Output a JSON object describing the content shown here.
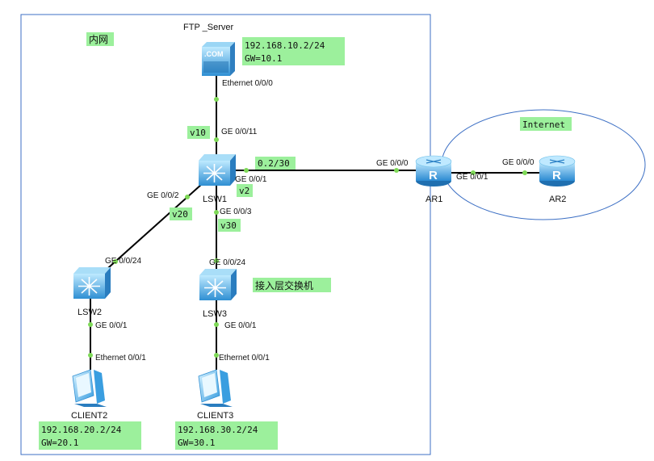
{
  "title": "FTP _Server",
  "areas": {
    "intranet": "内网",
    "internet": "Internet",
    "access_layer": "接入层交换机"
  },
  "devices": {
    "ftp_server": {
      "name": "FTP _Server",
      "icon": ".COM",
      "ip": "192.168.10.2/24",
      "gw": "GW=10.1"
    },
    "lsw1": {
      "name": "LSW1"
    },
    "lsw2": {
      "name": "LSW2"
    },
    "lsw3": {
      "name": "LSW3"
    },
    "ar1": {
      "name": "AR1",
      "icon": "R"
    },
    "ar2": {
      "name": "AR2",
      "icon": "R"
    },
    "client2": {
      "name": "CLIENT2",
      "ip": "192.168.20.2/24",
      "gw": "GW=20.1"
    },
    "client3": {
      "name": "CLIENT3",
      "ip": "192.168.30.2/24",
      "gw": "GW=30.1"
    }
  },
  "ports": {
    "ftp_eth": "Ethernet 0/0/0",
    "lsw1_g11": "GE 0/0/11",
    "lsw1_g1": "GE 0/0/1",
    "lsw1_g2": "GE 0/0/2",
    "lsw1_g3": "GE 0/0/3",
    "ar1_g0": "GE 0/0/0",
    "ar1_g1": "GE 0/0/1",
    "ar2_g0": "GE 0/0/0",
    "lsw2_g24": "GE 0/0/24",
    "lsw2_g1": "GE 0/0/1",
    "lsw3_g24": "GE 0/0/24",
    "lsw3_g1": "GE 0/0/1",
    "client2_eth": "Ethernet 0/0/1",
    "client3_eth": "Ethernet 0/0/1"
  },
  "tags": {
    "v10": "v10",
    "v2": "v2",
    "v20": "v20",
    "v30": "v30",
    "subnet": "0.2/30"
  },
  "colors": {
    "note_bg": "#9cf09c",
    "border": "#3c6fc4",
    "device": "#4aa6e0",
    "port_dot": "#7ed957"
  }
}
